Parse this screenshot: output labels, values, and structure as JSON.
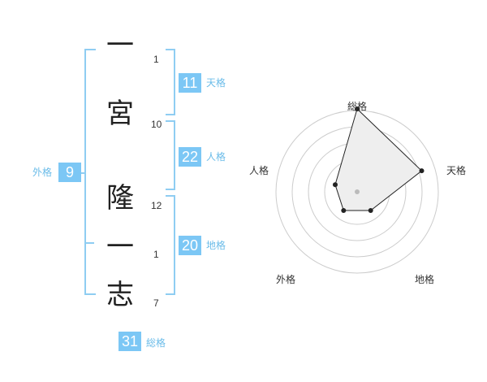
{
  "name_chars": [
    {
      "char": "一",
      "strokes": "1"
    },
    {
      "char": "宮",
      "strokes": "10"
    },
    {
      "char": "隆",
      "strokes": "12"
    },
    {
      "char": "一",
      "strokes": "1"
    },
    {
      "char": "志",
      "strokes": "7"
    }
  ],
  "fortunes": {
    "tenkaku": {
      "value": "11",
      "label": "天格"
    },
    "jinkaku": {
      "value": "22",
      "label": "人格"
    },
    "chikaku": {
      "value": "20",
      "label": "地格"
    },
    "gaikaku": {
      "value": "9",
      "label": "外格"
    },
    "soukaku": {
      "value": "31",
      "label": "総格"
    }
  },
  "radar": {
    "axes": [
      "総格",
      "天格",
      "地格",
      "外格",
      "人格"
    ],
    "levels": 5,
    "values": [
      5,
      4,
      1,
      1,
      1
    ],
    "max": 5,
    "colors": {
      "ring": "#cccccc",
      "fill": "#eeeeee",
      "line": "#222222",
      "center": "#bbbbbb",
      "accent": "#7cc7f5"
    }
  }
}
